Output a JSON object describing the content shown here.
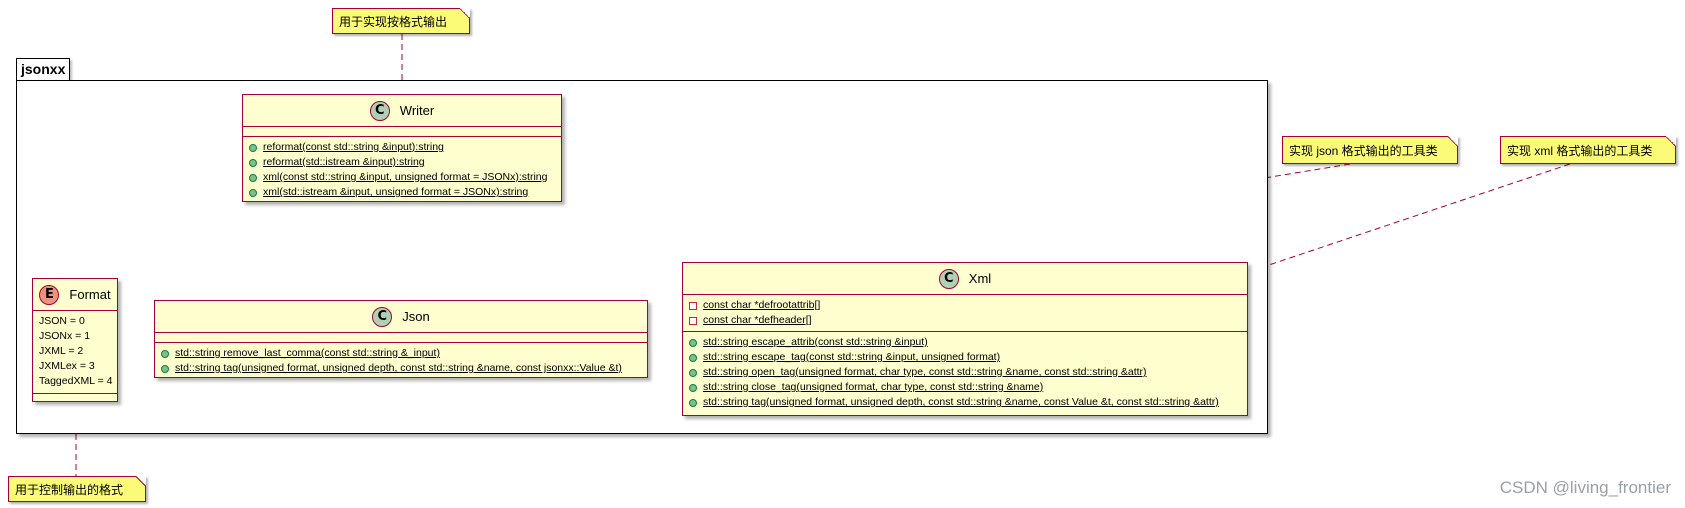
{
  "package": {
    "name": "jsonxx"
  },
  "classes": {
    "writer": {
      "name": "Writer",
      "stereotype": "C",
      "methods": [
        "reformat(const std::string &input):string",
        "reformat(std::istream &input):string",
        "xml(const std::string &input, unsigned format = JSONx):string",
        "xml(std::istream &input, unsigned format = JSONx):string"
      ]
    },
    "format": {
      "name": "Format",
      "stereotype": "E",
      "items": [
        "JSON = 0",
        "JSONx = 1",
        "JXML = 2",
        "JXMLex = 3",
        "TaggedXML = 4"
      ]
    },
    "json": {
      "name": "Json",
      "stereotype": "C",
      "methods": [
        "std::string remove_last_comma(const std::string &_input)",
        "std::string tag(unsigned format, unsigned depth, const std::string &name, const jsonxx::Value &t)"
      ]
    },
    "xml": {
      "name": "Xml",
      "stereotype": "C",
      "fields": [
        "const char *defrootattrib[]",
        "const char *defheader[]"
      ],
      "methods": [
        "std::string escape_attrib(const std::string &input)",
        "std::string escape_tag(const std::string &input, unsigned format)",
        "std::string open_tag(unsigned format, char type, const std::string &name, const std::string &attr)",
        "std::string close_tag(unsigned format, char type, const std::string &name)",
        "std::string tag(unsigned format, unsigned depth, const std::string &name, const Value &t, const std::string &attr)"
      ]
    }
  },
  "notes": {
    "writer": "用于实现按格式输出",
    "format": "用于控制输出的格式",
    "json": "实现 json 格式输出的工具类",
    "xml": "实现 xml 格式输出的工具类"
  },
  "colors": {
    "class_fill": "#FEFECE",
    "class_border": "#A80036",
    "note_fill": "#FBFB77",
    "class_stereo": "#ADD1B2",
    "enum_stereo": "#EB937F"
  },
  "watermark": "CSDN @living_frontier"
}
